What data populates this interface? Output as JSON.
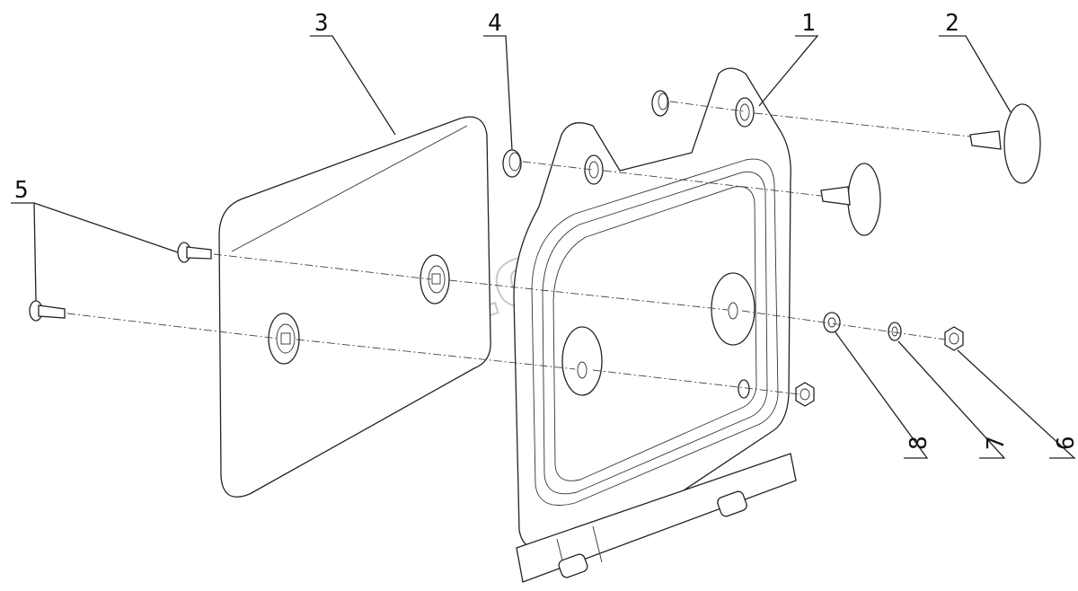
{
  "callouts": [
    "1",
    "2",
    "3",
    "4",
    "5",
    "6",
    "7",
    "8"
  ],
  "watermark": "AutoSoft"
}
